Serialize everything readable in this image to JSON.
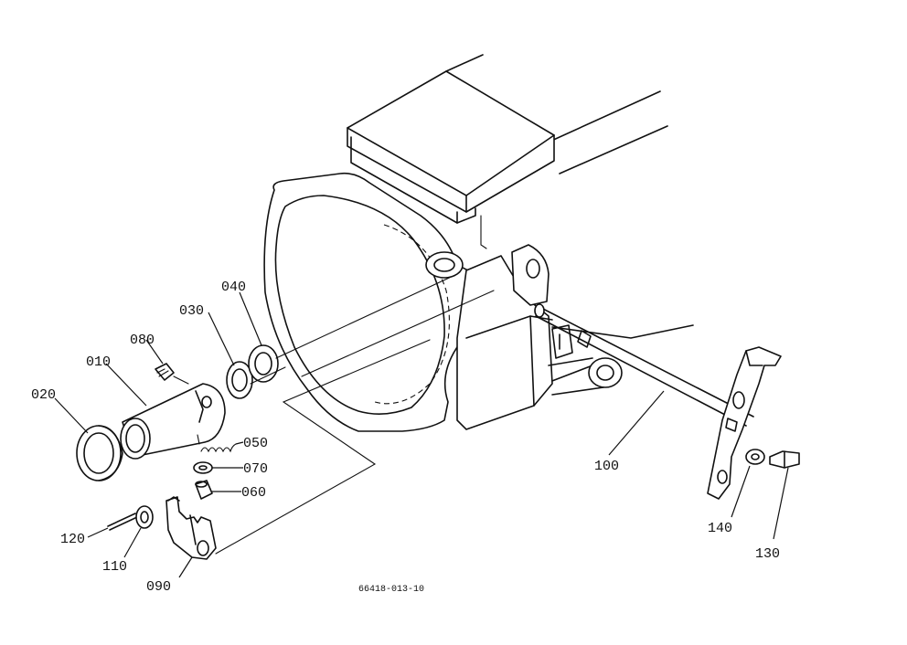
{
  "drawing": {
    "code": "66418-013-10",
    "parts": [
      {
        "id": "p010",
        "label": "010"
      },
      {
        "id": "p020",
        "label": "020"
      },
      {
        "id": "p030",
        "label": "030"
      },
      {
        "id": "p040",
        "label": "040"
      },
      {
        "id": "p050",
        "label": "050"
      },
      {
        "id": "p060",
        "label": "060"
      },
      {
        "id": "p070",
        "label": "070"
      },
      {
        "id": "p080",
        "label": "080"
      },
      {
        "id": "p090",
        "label": "090"
      },
      {
        "id": "p100",
        "label": "100"
      },
      {
        "id": "p110",
        "label": "110"
      },
      {
        "id": "p120",
        "label": "120"
      },
      {
        "id": "p130",
        "label": "130"
      },
      {
        "id": "p140",
        "label": "140"
      }
    ]
  }
}
